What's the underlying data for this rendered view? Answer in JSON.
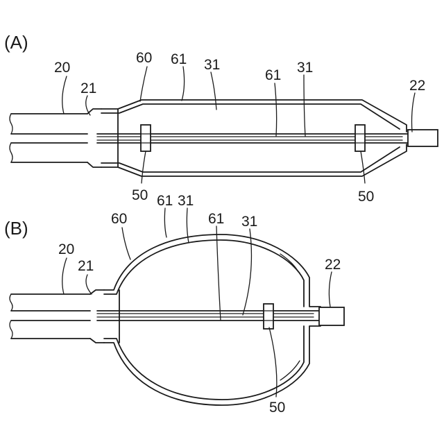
{
  "panels": {
    "a": {
      "title": "(A)",
      "labels": {
        "catheter": "20",
        "catheter_tip": "21",
        "balloon": "60",
        "balloon_layer": "61",
        "inner_layer": "31",
        "inner_wire_layer": "61",
        "inner_wire": "31",
        "distal_tip": "22",
        "marker_left": "50",
        "marker_right": "50"
      }
    },
    "b": {
      "title": "(B)",
      "labels": {
        "catheter": "20",
        "catheter_tip": "21",
        "balloon": "60",
        "balloon_layer": "61",
        "inner_layer": "31",
        "inner_wire_layer": "61",
        "inner_wire": "31",
        "distal_tip": "22",
        "marker": "50"
      }
    }
  }
}
